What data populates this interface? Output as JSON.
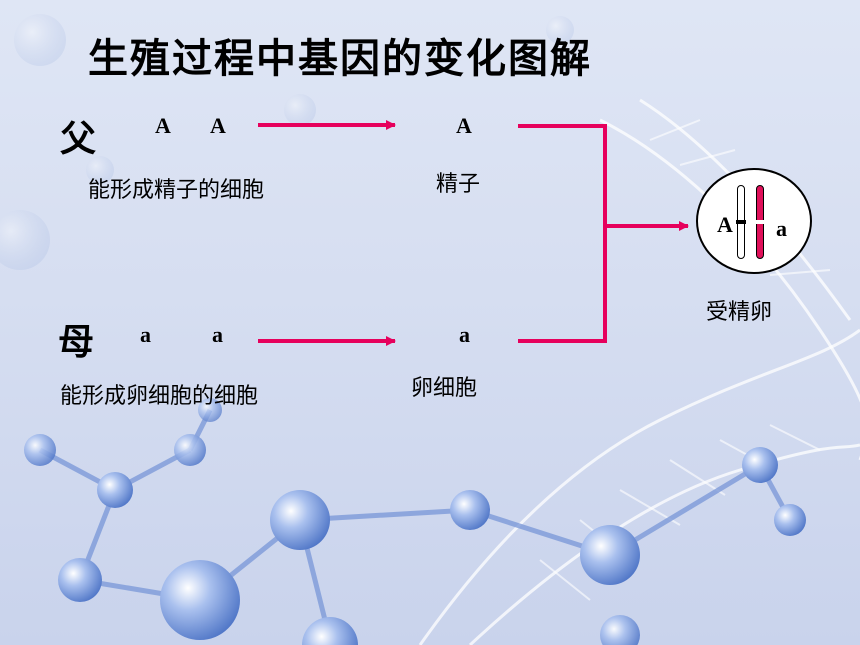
{
  "title": "生殖过程中基因的变化图解",
  "father": {
    "label": "父",
    "allele1": "A",
    "allele2": "A",
    "cell_label": "能形成精子的细胞",
    "gamete_allele": "A",
    "gamete_label": "精子"
  },
  "mother": {
    "label": "母",
    "allele1": "a",
    "allele2": "a",
    "cell_label": "能形成卵细胞的细胞",
    "gamete_allele": "a",
    "gamete_label": "卵细胞"
  },
  "zygote": {
    "allele_left": "A",
    "allele_right": "a",
    "label": "受精卵"
  },
  "colors": {
    "arrow": "#e6005c",
    "chromosome_red": "#e0105a",
    "background": "#d6def1",
    "dna_blue": "#6f93d8"
  }
}
